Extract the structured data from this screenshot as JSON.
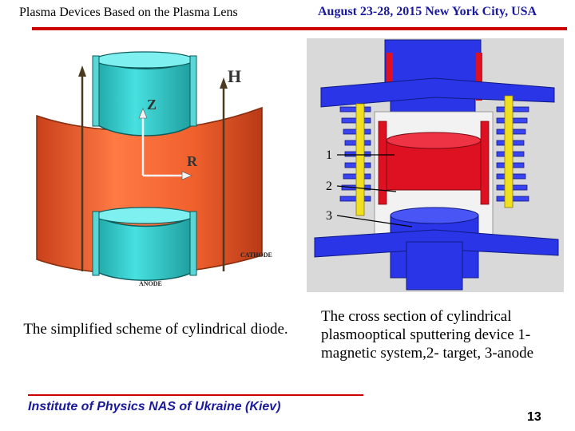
{
  "header": {
    "title_left": "Plasma Devices Based on the Plasma Lens",
    "title_right": "August 23-28, 2015 New York City, USA"
  },
  "figure_left": {
    "label_h": "H",
    "label_z": "Z",
    "label_r": "R",
    "label_cathode": "CATHODE",
    "label_anode": "ANODE",
    "caption": "The simplified scheme of cylindrical diode."
  },
  "figure_right": {
    "callouts": [
      "1",
      "2",
      "3"
    ],
    "caption": "The cross section of cylindrical plasmooptical sputtering device 1-magnetic system,2- target, 3-anode"
  },
  "footer": {
    "institute": "Institute of Physics NAS of Ukraine (Kiev)",
    "page_number": "13"
  },
  "colors": {
    "header_right": "#1a1a9c",
    "rule": "#cc0000",
    "cathode": "#ff6633",
    "anode": "#2fd0d0",
    "device_blue": "#2a35e8",
    "device_red": "#dd1122",
    "device_yellow": "#f0e020"
  }
}
